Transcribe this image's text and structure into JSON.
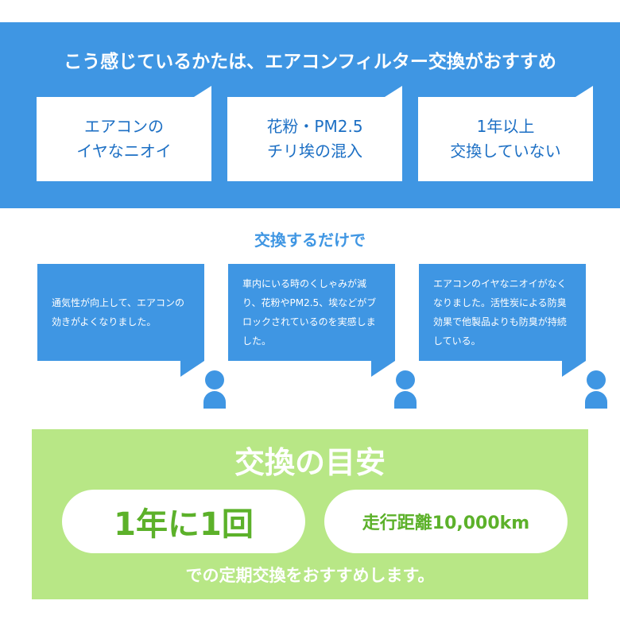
{
  "header": {
    "title": "こう感じているかたは、エアコンフィルター交換がおすすめ"
  },
  "symptoms": [
    {
      "line1": "エアコンの",
      "line2": "イヤなニオイ"
    },
    {
      "line1": "花粉・PM2.5",
      "line2": "チリ埃の混入"
    },
    {
      "line1": "1年以上",
      "line2": "交換していない"
    }
  ],
  "middle": {
    "title": "交換するだけで"
  },
  "testimonials": [
    {
      "text": "通気性が向上して、エアコンの効きがよくなりました。"
    },
    {
      "text": "車内にいる時のくしゃみが減り、花粉やPM2.5、埃などがブロックされているのを実感しました。"
    },
    {
      "text": "エアコンのイヤなニオイがなくなりました。活性炭による防臭効果で他製品よりも防臭が持続している。"
    }
  ],
  "guideline": {
    "title": "交換の目安",
    "period": "1年に1回",
    "distance": "走行距離10,000km",
    "note": "での定期交換をおすすめします。"
  },
  "colors": {
    "blue": "#3f96e3",
    "green_panel": "#b8e786",
    "green_text": "#5cb12a",
    "bubble_text": "#1c6fc4"
  },
  "icons": [
    "person-icon"
  ]
}
